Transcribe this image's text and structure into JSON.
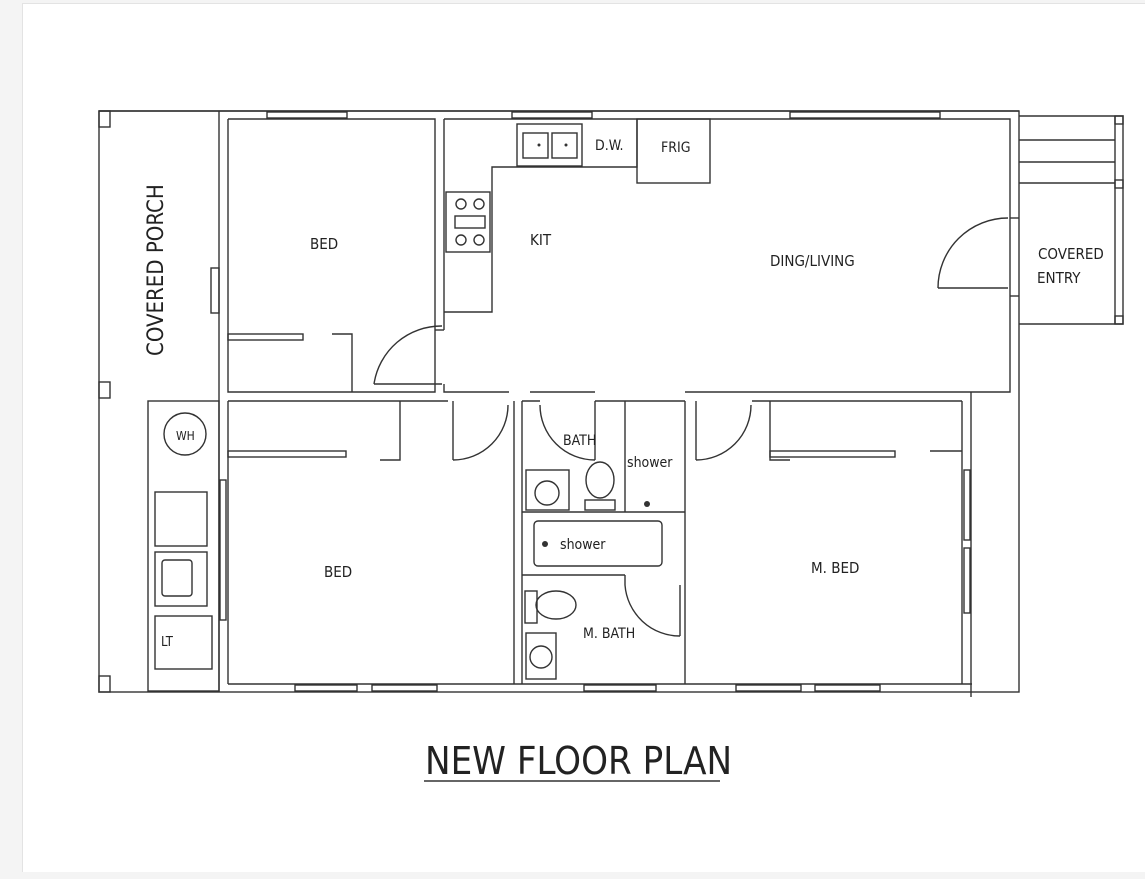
{
  "title": "NEW FLOOR PLAN",
  "rooms": {
    "covered_porch": "COVERED PORCH",
    "bed_top": "BED",
    "kit": "KIT",
    "dw": "D.W.",
    "frig": "FRIG",
    "ding_living": "DING/LIVING",
    "covered_entry_line1": "COVERED",
    "covered_entry_line2": "ENTRY",
    "wh": "WH",
    "lt": "LT",
    "bed_bottom": "BED",
    "bath": "BATH",
    "shower_small": "shower",
    "shower_tub": "shower",
    "m_bath": "M. BATH",
    "m_bed": "M. BED"
  },
  "colors": {
    "line": "#333333",
    "paper": "#ffffff",
    "background": "#f4f4f4"
  }
}
